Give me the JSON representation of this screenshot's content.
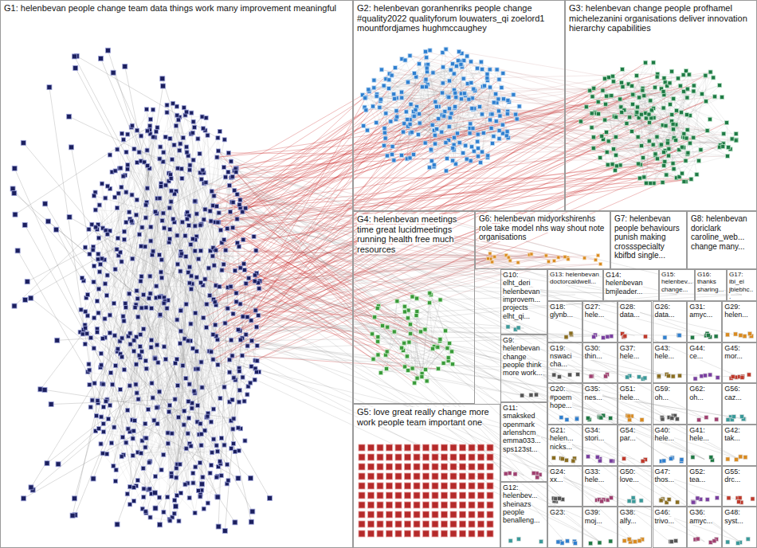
{
  "diagram": {
    "nodes": [
      {
        "text": [
          "G1: helenbevan people change team data things work many improvement meaningful"
        ]
      },
      {
        "text": [
          "G2: helenbevan goranhenriks people change #quality2022 qualityforum louwaters_qi zoelord1 mountfordjames hughmccaughey"
        ]
      },
      {
        "text": [
          "G3: helenbevan change people profhamel michelezanini organisations deliver innovation hierarchy capabilities"
        ]
      },
      {
        "text": [
          "G4: helenbevan meetings time great lucidmeetings running health free much resources"
        ]
      },
      {
        "text": [
          "G6: helenbevan midyorkshirenhs role take model nhs way shout note organisations"
        ]
      },
      {
        "text": [
          "G7: helenbevan people behaviours punish making crossspecialty kbifbd single..."
        ]
      },
      {
        "text": [
          "G8: helenbevan doriclark caroline_web... change many..."
        ]
      },
      {
        "text": [
          "G10: elht_deri helenbevan improvem... projects elht_qi..."
        ]
      },
      {
        "text": [
          "G13: helenbevan doctorcaldwell..."
        ]
      },
      {
        "text": [
          "G14: helenbevan bmjleader..."
        ]
      },
      {
        "text": [
          "G15: helenbev... change..."
        ]
      },
      {
        "text": [
          "G16: thanks sharing..."
        ]
      },
      {
        "text": [
          "G17: ibi_ei jbiebhc..."
        ]
      },
      {
        "text": [
          "G5: love great really change more work people team important one"
        ]
      },
      {
        "text": [
          "G9: helenbevan change people think more work..."
        ]
      },
      {
        "text": [
          "G11: smaksked openmark arlenshcm emma033... sps123st..."
        ]
      },
      {
        "text": [
          "G12: helenbev... sheinazs people benalleng..."
        ]
      },
      {
        "text": [
          "G18: glynb..."
        ]
      },
      {
        "text": [
          "G27: hele..."
        ]
      },
      {
        "text": [
          "G28: data..."
        ]
      },
      {
        "text": [
          "G26: data..."
        ]
      },
      {
        "text": [
          "G31: amyc..."
        ]
      },
      {
        "text": [
          "G29: helen..."
        ]
      },
      {
        "text": [
          "G19: nswaci cha..."
        ]
      },
      {
        "text": [
          "G30: thin..."
        ]
      },
      {
        "text": [
          "G37: hele..."
        ]
      },
      {
        "text": [
          "G43: hele..."
        ]
      },
      {
        "text": [
          "G44: ce..."
        ]
      },
      {
        "text": [
          "G45: mor..."
        ]
      },
      {
        "text": [
          "G20: #poem hope..."
        ]
      },
      {
        "text": [
          "G35: nes..."
        ]
      },
      {
        "text": [
          "G51: hele..."
        ]
      },
      {
        "text": [
          "G59: oh..."
        ]
      },
      {
        "text": [
          "G62: oh..."
        ]
      },
      {
        "text": [
          "G56: caz..."
        ]
      },
      {
        "text": [
          "G21: helen... nicks..."
        ]
      },
      {
        "text": [
          "G34: stori..."
        ]
      },
      {
        "text": [
          "G54: par..."
        ]
      },
      {
        "text": [
          "G40: hele..."
        ]
      },
      {
        "text": [
          "G41: hele..."
        ]
      },
      {
        "text": [
          "G42: tak..."
        ]
      },
      {
        "text": [
          "G24: xx..."
        ]
      },
      {
        "text": [
          "G33: hele..."
        ]
      },
      {
        "text": [
          "G50: love..."
        ]
      },
      {
        "text": [
          "G47: thos..."
        ]
      },
      {
        "text": [
          "G52: tea..."
        ]
      },
      {
        "text": [
          "G55: drc..."
        ]
      },
      {
        "text": [
          "G23:"
        ]
      },
      {
        "text": [
          "G39: moj..."
        ]
      },
      {
        "text": [
          "G38: alfy..."
        ]
      },
      {
        "text": [
          "G46: trivo..."
        ]
      },
      {
        "text": [
          "G36: amyc..."
        ]
      },
      {
        "text": [
          "G48: syst..."
        ]
      }
    ]
  }
}
